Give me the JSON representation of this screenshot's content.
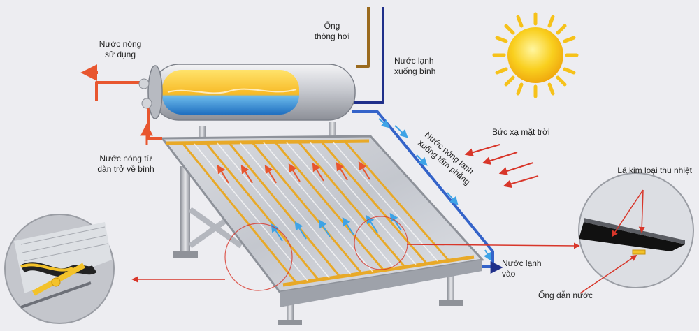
{
  "diagram": {
    "labels": {
      "hot_water_use": [
        "Nước nóng",
        "sử dụng"
      ],
      "vent_pipe": [
        "Ống",
        "thông hơi"
      ],
      "cold_water_to_tank": [
        "Nước lạnh",
        "xuống bình"
      ],
      "solar_radiation": "Bức xạ mặt trời",
      "hot_from_panel": [
        "Nước nóng từ",
        "dàn trở về bình"
      ],
      "hot_cold_down": [
        "Nước nóng lạnh",
        "xuống tấm phẳng"
      ],
      "metal_sheet": "Lá kim loại thu nhiệt",
      "cold_water_in": [
        "Nước lạnh",
        "vào"
      ],
      "water_pipe": "Ống dẫn nước"
    },
    "colors": {
      "hot": "#e8562f",
      "cold": "#1f2f8a",
      "cold_arrow": "#3ea3e6",
      "vent": "#9a6a1e",
      "sun": "#f6c21a",
      "panel_tube": "#e8a928",
      "background": "#ededf1"
    },
    "icons": [
      "sun-icon"
    ]
  }
}
